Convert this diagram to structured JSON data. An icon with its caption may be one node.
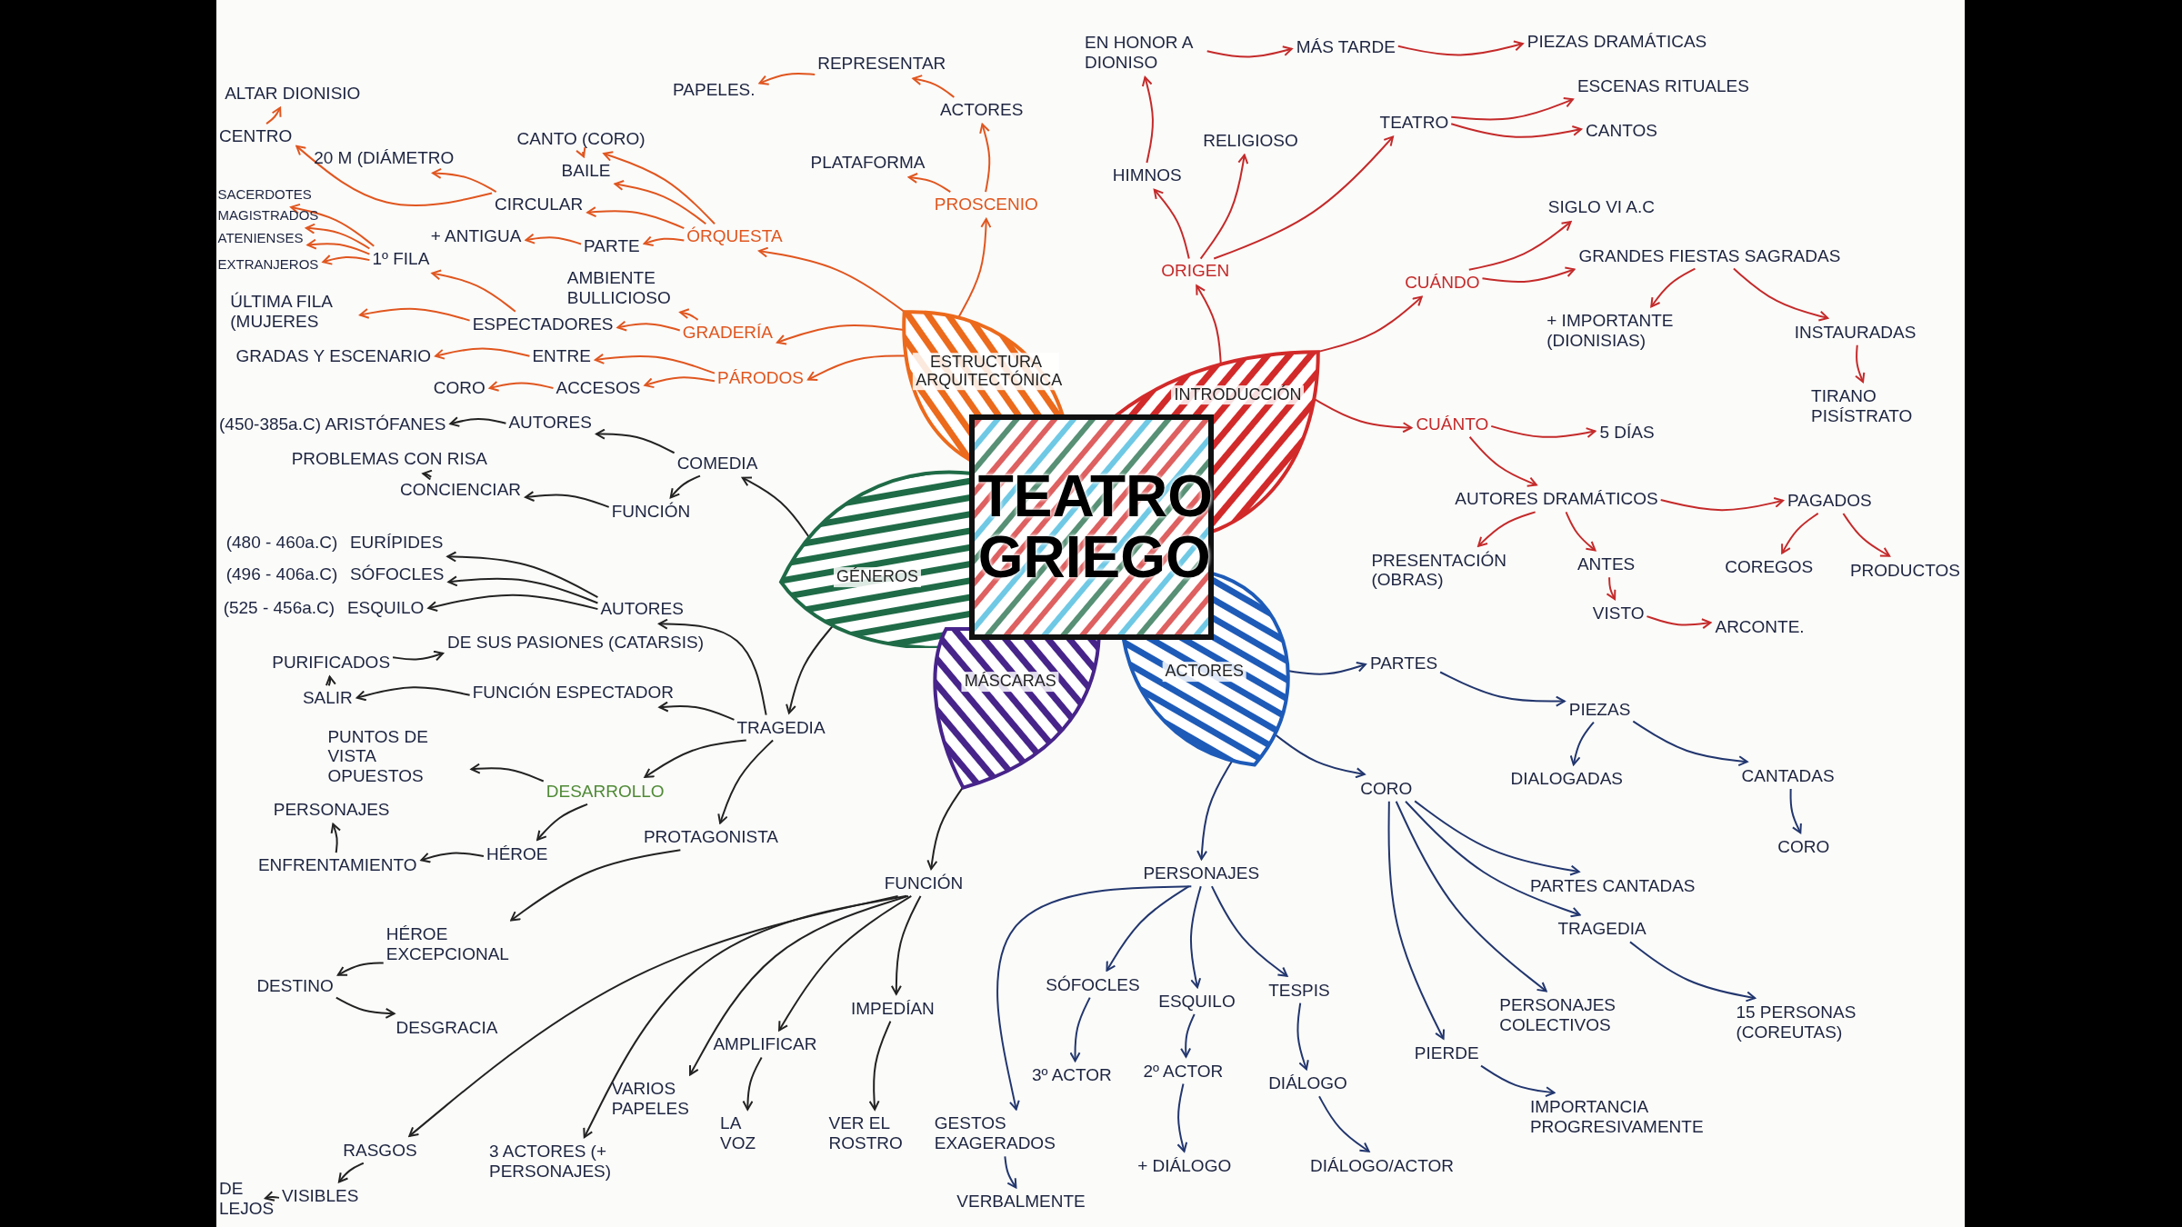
{
  "diagram": {
    "nodes": [
      {
        "text": [
          "TEATRO GRIEGO"
        ]
      },
      {
        "text": [
          "ESTRUCTURA ARQUITECTÓNICA"
        ]
      },
      {
        "text": [
          "INTRODUCCIÓN"
        ]
      },
      {
        "text": [
          "GÉNEROS"
        ]
      },
      {
        "text": [
          "MÁSCARAS"
        ]
      },
      {
        "text": [
          "ACTORES"
        ]
      },
      {
        "text": [
          "ÓRQUESTA"
        ]
      },
      {
        "text": [
          "GRADERÍA"
        ]
      },
      {
        "text": [
          "PÁRODOS"
        ]
      },
      {
        "text": [
          "PROSCENIO"
        ]
      },
      {
        "text": [
          "PLATAFORMA"
        ]
      },
      {
        "text": [
          "ACTORES"
        ]
      },
      {
        "text": [
          "REPRESENTAR"
        ]
      },
      {
        "text": [
          "PAPELES."
        ]
      },
      {
        "text": [
          "CANTO (CORO)"
        ]
      },
      {
        "text": [
          "BAILE"
        ]
      },
      {
        "text": [
          "CIRCULAR"
        ]
      },
      {
        "text": [
          "CENTRO"
        ]
      },
      {
        "text": [
          "ALTAR DIONISIO"
        ]
      },
      {
        "text": [
          "20 M (DIÁMETRO"
        ]
      },
      {
        "text": [
          "PARTE"
        ]
      },
      {
        "text": [
          "+ ANTIGUA"
        ]
      },
      {
        "text": [
          "AMBIENTE BULLICIOSO"
        ]
      },
      {
        "text": [
          "ESPECTADORES"
        ]
      },
      {
        "text": [
          "1º FILA"
        ]
      },
      {
        "text": [
          "SACERDOTES"
        ]
      },
      {
        "text": [
          "MAGISTRADOS"
        ]
      },
      {
        "text": [
          "ATENIENSES"
        ]
      },
      {
        "text": [
          "EXTRANJEROS"
        ]
      },
      {
        "text": [
          "ÚLTIMA FILA (MUJERES"
        ]
      },
      {
        "text": [
          "ENTRE"
        ]
      },
      {
        "text": [
          "GRADAS Y ESCENARIO"
        ]
      },
      {
        "text": [
          "ACCESOS"
        ]
      },
      {
        "text": [
          "CORO"
        ]
      },
      {
        "text": [
          "ORIGEN"
        ]
      },
      {
        "text": [
          "HIMNOS"
        ]
      },
      {
        "text": [
          "EN HONOR A DIONISO"
        ]
      },
      {
        "text": [
          "MÁS TARDE"
        ]
      },
      {
        "text": [
          "PIEZAS DRAMÁTICAS"
        ]
      },
      {
        "text": [
          "RELIGIOSO"
        ]
      },
      {
        "text": [
          "TEATRO"
        ]
      },
      {
        "text": [
          "ESCENAS RITUALES"
        ]
      },
      {
        "text": [
          "CANTOS"
        ]
      },
      {
        "text": [
          "CUÁNDO"
        ]
      },
      {
        "text": [
          "SIGLO VI A.C"
        ]
      },
      {
        "text": [
          "GRANDES FIESTAS SAGRADAS"
        ]
      },
      {
        "text": [
          "+ IMPORTANTE (DIONISIAS)"
        ]
      },
      {
        "text": [
          "INSTAURADAS"
        ]
      },
      {
        "text": [
          "TIRANO PISÍSTRATO"
        ]
      },
      {
        "text": [
          "CUÁNTO"
        ]
      },
      {
        "text": [
          "5 DÍAS"
        ]
      },
      {
        "text": [
          "AUTORES DRAMÁTICOS"
        ]
      },
      {
        "text": [
          "PAGADOS"
        ]
      },
      {
        "text": [
          "PRESENTACIÓN (OBRAS)"
        ]
      },
      {
        "text": [
          "ANTES"
        ]
      },
      {
        "text": [
          "VISTO"
        ]
      },
      {
        "text": [
          "ARCONTE."
        ]
      },
      {
        "text": [
          "COREGOS"
        ]
      },
      {
        "text": [
          "PRODUCTOS"
        ]
      },
      {
        "text": [
          "COMEDIA"
        ]
      },
      {
        "text": [
          "AUTORES"
        ]
      },
      {
        "text": [
          "ARISTÓFANES"
        ],
        "beside": [
          "(450-385a.C)"
        ]
      },
      {
        "text": [
          "FUNCIÓN"
        ]
      },
      {
        "text": [
          "CONCIENCIAR"
        ]
      },
      {
        "text": [
          "PROBLEMAS CON RISA"
        ]
      },
      {
        "text": [
          "TRAGEDIA"
        ]
      },
      {
        "text": [
          "AUTORES"
        ]
      },
      {
        "text": [
          "EURÍPIDES"
        ],
        "beside": [
          "(480 - 460a.C)"
        ]
      },
      {
        "text": [
          "SÓFOCLES"
        ],
        "beside": [
          "(496 - 406a.C)"
        ]
      },
      {
        "text": [
          "ESQUILO"
        ],
        "beside": [
          "(525 - 456a.C)"
        ]
      },
      {
        "text": [
          "FUNCIÓN ESPECTADOR"
        ]
      },
      {
        "text": [
          "SALIR"
        ]
      },
      {
        "text": [
          "PURIFICADOS"
        ]
      },
      {
        "text": [
          "DE SUS PASIONES (CATARSIS)"
        ]
      },
      {
        "text": [
          "DESARROLLO"
        ]
      },
      {
        "text": [
          "PUNTOS DE VISTA OPUESTOS"
        ]
      },
      {
        "text": [
          "PROTAGONISTA"
        ]
      },
      {
        "text": [
          "HÉROE"
        ]
      },
      {
        "text": [
          "ENFRENTAMIENTO"
        ]
      },
      {
        "text": [
          "PERSONAJES"
        ]
      },
      {
        "text": [
          "HÉROE EXCEPCIONAL"
        ]
      },
      {
        "text": [
          "DESTINO"
        ]
      },
      {
        "text": [
          "DESGRACIA"
        ]
      },
      {
        "text": [
          "FUNCIÓN"
        ]
      },
      {
        "text": [
          "RASGOS"
        ]
      },
      {
        "text": [
          "VISIBLES"
        ]
      },
      {
        "text": [
          "DE LEJOS"
        ]
      },
      {
        "text": [
          "3 ACTORES (+ PERSONAJES)"
        ]
      },
      {
        "text": [
          "VARIOS PAPELES"
        ]
      },
      {
        "text": [
          "AMPLIFICAR"
        ]
      },
      {
        "text": [
          "LA VOZ"
        ]
      },
      {
        "text": [
          "IMPEDÍAN"
        ]
      },
      {
        "text": [
          "VER EL ROSTRO"
        ]
      },
      {
        "text": [
          "GESTOS EXAGERADOS"
        ]
      },
      {
        "text": [
          "VERBALMENTE"
        ]
      },
      {
        "text": [
          "PARTES"
        ]
      },
      {
        "text": [
          "PIEZAS"
        ]
      },
      {
        "text": [
          "DIALOGADAS"
        ]
      },
      {
        "text": [
          "CANTADAS"
        ]
      },
      {
        "text": [
          "CORO"
        ]
      },
      {
        "text": [
          "CORO"
        ]
      },
      {
        "text": [
          "PARTES CANTADAS"
        ]
      },
      {
        "text": [
          "TRAGEDIA"
        ]
      },
      {
        "text": [
          "15 PERSONAS (COREUTAS)"
        ]
      },
      {
        "text": [
          "PERSONAJES COLECTIVOS"
        ]
      },
      {
        "text": [
          "PIERDE"
        ]
      },
      {
        "text": [
          "IMPORTANCIA PROGRESIVAMENTE"
        ]
      },
      {
        "text": [
          "PERSONAJES"
        ]
      },
      {
        "text": [
          "SÓFOCLES"
        ]
      },
      {
        "text": [
          "ESQUILO"
        ]
      },
      {
        "text": [
          "TESPIS"
        ]
      },
      {
        "text": [
          "3º ACTOR"
        ]
      },
      {
        "text": [
          "2º ACTOR"
        ]
      },
      {
        "text": [
          "DIÁLOGO"
        ]
      },
      {
        "text": [
          "+ DIÁLOGO"
        ]
      },
      {
        "text": [
          "DIÁLOGO/ACTOR"
        ]
      }
    ],
    "edges": [
      {
        "from": 1,
        "to": 6,
        "arrow": "to",
        "color": "#e0561f"
      },
      {
        "from": 1,
        "to": 7,
        "arrow": "to",
        "color": "#e0561f"
      },
      {
        "from": 1,
        "to": 8,
        "arrow": "to",
        "color": "#e0561f"
      },
      {
        "from": 1,
        "to": 9,
        "arrow": "to",
        "color": "#e0561f"
      },
      {
        "from": 9,
        "to": 10,
        "arrow": "to",
        "color": "#e0561f"
      },
      {
        "from": 9,
        "to": 11,
        "arrow": "to",
        "color": "#e0561f"
      },
      {
        "from": 11,
        "to": 12,
        "arrow": "to",
        "color": "#e0561f"
      },
      {
        "from": 12,
        "to": 13,
        "arrow": "to",
        "color": "#e0561f"
      },
      {
        "from": 6,
        "to": 14,
        "arrow": "to",
        "color": "#e0561f"
      },
      {
        "from": 6,
        "to": 15,
        "arrow": "to",
        "color": "#e0561f"
      },
      {
        "from": 14,
        "to": 15,
        "arrow": "to",
        "color": "#e0561f"
      },
      {
        "from": 6,
        "to": 16,
        "arrow": "to",
        "color": "#e0561f"
      },
      {
        "from": 16,
        "to": 17,
        "arrow": "to",
        "color": "#e0561f"
      },
      {
        "from": 17,
        "to": 18,
        "arrow": "to",
        "color": "#e0561f"
      },
      {
        "from": 16,
        "to": 19,
        "arrow": "to",
        "color": "#e0561f"
      },
      {
        "from": 6,
        "to": 20,
        "arrow": "to",
        "color": "#e0561f"
      },
      {
        "from": 20,
        "to": 21,
        "arrow": "to",
        "color": "#e0561f"
      },
      {
        "from": 7,
        "to": 22,
        "arrow": "to",
        "color": "#e0561f"
      },
      {
        "from": 7,
        "to": 23,
        "arrow": "to",
        "color": "#e0561f"
      },
      {
        "from": 23,
        "to": 24,
        "arrow": "to",
        "color": "#e0561f"
      },
      {
        "from": 24,
        "to": 25,
        "arrow": "to",
        "color": "#e0561f"
      },
      {
        "from": 24,
        "to": 26,
        "arrow": "to",
        "color": "#e0561f"
      },
      {
        "from": 24,
        "to": 27,
        "arrow": "to",
        "color": "#e0561f"
      },
      {
        "from": 24,
        "to": 28,
        "arrow": "to",
        "color": "#e0561f"
      },
      {
        "from": 23,
        "to": 29,
        "arrow": "to",
        "color": "#e0561f"
      },
      {
        "from": 8,
        "to": 30,
        "arrow": "to",
        "color": "#e0561f"
      },
      {
        "from": 30,
        "to": 31,
        "arrow": "to",
        "color": "#e0561f"
      },
      {
        "from": 8,
        "to": 32,
        "arrow": "to",
        "color": "#e0561f"
      },
      {
        "from": 32,
        "to": 33,
        "arrow": "to",
        "color": "#e0561f"
      },
      {
        "from": 2,
        "to": 34,
        "arrow": "to",
        "color": "#c42a2a"
      },
      {
        "from": 34,
        "to": 35,
        "arrow": "to",
        "color": "#c42a2a"
      },
      {
        "from": 35,
        "to": 36,
        "arrow": "to",
        "color": "#c42a2a"
      },
      {
        "from": 36,
        "to": 37,
        "arrow": "to",
        "color": "#c42a2a"
      },
      {
        "from": 37,
        "to": 38,
        "arrow": "to",
        "color": "#c42a2a"
      },
      {
        "from": 34,
        "to": 39,
        "arrow": "to",
        "color": "#c42a2a"
      },
      {
        "from": 34,
        "to": 40,
        "arrow": "to",
        "color": "#c42a2a"
      },
      {
        "from": 40,
        "to": 41,
        "arrow": "to",
        "color": "#c42a2a"
      },
      {
        "from": 40,
        "to": 42,
        "arrow": "to",
        "color": "#c42a2a"
      },
      {
        "from": 2,
        "to": 43,
        "arrow": "to",
        "color": "#c42a2a"
      },
      {
        "from": 43,
        "to": 44,
        "arrow": "to",
        "color": "#c42a2a"
      },
      {
        "from": 43,
        "to": 45,
        "arrow": "to",
        "color": "#c42a2a"
      },
      {
        "from": 45,
        "to": 46,
        "arrow": "to",
        "color": "#c42a2a"
      },
      {
        "from": 45,
        "to": 47,
        "arrow": "to",
        "color": "#c42a2a"
      },
      {
        "from": 47,
        "to": 48,
        "arrow": "to",
        "color": "#c42a2a"
      },
      {
        "from": 2,
        "to": 49,
        "arrow": "to",
        "color": "#c42a2a"
      },
      {
        "from": 49,
        "to": 50,
        "arrow": "to",
        "color": "#c42a2a"
      },
      {
        "from": 49,
        "to": 51,
        "arrow": "to",
        "color": "#c42a2a"
      },
      {
        "from": 51,
        "to": 52,
        "arrow": "to",
        "color": "#c42a2a"
      },
      {
        "from": 51,
        "to": 53,
        "arrow": "to",
        "color": "#c42a2a"
      },
      {
        "from": 51,
        "to": 54,
        "arrow": "to",
        "color": "#c42a2a"
      },
      {
        "from": 54,
        "to": 55,
        "arrow": "to",
        "color": "#c42a2a"
      },
      {
        "from": 55,
        "to": 56,
        "arrow": "to",
        "color": "#c42a2a"
      },
      {
        "from": 52,
        "to": 57,
        "arrow": "to",
        "color": "#c42a2a"
      },
      {
        "from": 52,
        "to": 58,
        "arrow": "to",
        "color": "#c42a2a"
      },
      {
        "from": 3,
        "to": 59,
        "arrow": "to"
      },
      {
        "from": 59,
        "to": 60,
        "arrow": "to"
      },
      {
        "from": 60,
        "to": 61,
        "arrow": "to"
      },
      {
        "from": 59,
        "to": 62,
        "arrow": "to"
      },
      {
        "from": 62,
        "to": 63,
        "arrow": "to"
      },
      {
        "from": 63,
        "to": 64,
        "arrow": "to"
      },
      {
        "from": 3,
        "to": 65,
        "arrow": "to"
      },
      {
        "from": 65,
        "to": 66,
        "arrow": "to"
      },
      {
        "from": 66,
        "to": 67,
        "arrow": "to"
      },
      {
        "from": 66,
        "to": 68,
        "arrow": "to"
      },
      {
        "from": 66,
        "to": 69,
        "arrow": "to"
      },
      {
        "from": 65,
        "to": 70,
        "arrow": "to"
      },
      {
        "from": 70,
        "to": 71,
        "arrow": "to"
      },
      {
        "from": 71,
        "to": 72,
        "arrow": "to"
      },
      {
        "from": 72,
        "to": 73,
        "arrow": "to"
      },
      {
        "from": 65,
        "to": 74,
        "arrow": "to"
      },
      {
        "from": 74,
        "to": 75,
        "arrow": "to"
      },
      {
        "from": 74,
        "to": 77,
        "arrow": "to"
      },
      {
        "from": 65,
        "to": 76,
        "arrow": "to"
      },
      {
        "from": 77,
        "to": 78,
        "arrow": "to"
      },
      {
        "from": 78,
        "to": 79,
        "arrow": "to"
      },
      {
        "from": 76,
        "to": 80,
        "arrow": "to"
      },
      {
        "from": 80,
        "to": 81,
        "arrow": "to"
      },
      {
        "from": 81,
        "to": 82,
        "arrow": "to"
      },
      {
        "from": 4,
        "to": 83,
        "arrow": "to"
      },
      {
        "from": 83,
        "to": 84,
        "arrow": "to"
      },
      {
        "from": 84,
        "to": 85,
        "arrow": "to"
      },
      {
        "from": 85,
        "to": 86,
        "arrow": "to"
      },
      {
        "from": 83,
        "to": 87,
        "arrow": "to"
      },
      {
        "from": 83,
        "to": 88,
        "arrow": "to"
      },
      {
        "from": 83,
        "to": 89,
        "arrow": "to"
      },
      {
        "from": 89,
        "to": 90,
        "arrow": "to"
      },
      {
        "from": 83,
        "to": 91,
        "arrow": "to"
      },
      {
        "from": 91,
        "to": 92,
        "arrow": "to"
      },
      {
        "from": 5,
        "to": 95,
        "arrow": "to",
        "color": "#22366e"
      },
      {
        "from": 95,
        "to": 96,
        "arrow": "to",
        "color": "#22366e"
      },
      {
        "from": 96,
        "to": 97,
        "arrow": "to",
        "color": "#22366e"
      },
      {
        "from": 96,
        "to": 98,
        "arrow": "to",
        "color": "#22366e"
      },
      {
        "from": 98,
        "to": 99,
        "arrow": "to",
        "color": "#22366e"
      },
      {
        "from": 5,
        "to": 100,
        "arrow": "to",
        "color": "#22366e"
      },
      {
        "from": 100,
        "to": 101,
        "arrow": "to",
        "color": "#22366e"
      },
      {
        "from": 100,
        "to": 102,
        "arrow": "to",
        "color": "#22366e"
      },
      {
        "from": 102,
        "to": 103,
        "arrow": "to",
        "color": "#22366e"
      },
      {
        "from": 100,
        "to": 104,
        "arrow": "to",
        "color": "#22366e"
      },
      {
        "from": 100,
        "to": 105,
        "arrow": "to",
        "color": "#22366e"
      },
      {
        "from": 105,
        "to": 106,
        "arrow": "to",
        "color": "#22366e"
      },
      {
        "from": 5,
        "to": 107,
        "arrow": "to",
        "color": "#22366e"
      },
      {
        "from": 107,
        "to": 93,
        "arrow": "to",
        "color": "#22366e"
      },
      {
        "from": 93,
        "to": 94,
        "arrow": "to",
        "color": "#22366e"
      },
      {
        "from": 107,
        "to": 108,
        "arrow": "to",
        "color": "#22366e"
      },
      {
        "from": 107,
        "to": 109,
        "arrow": "to",
        "color": "#22366e"
      },
      {
        "from": 107,
        "to": 110,
        "arrow": "to",
        "color": "#22366e"
      },
      {
        "from": 108,
        "to": 111,
        "arrow": "to",
        "color": "#22366e"
      },
      {
        "from": 109,
        "to": 112,
        "arrow": "to",
        "color": "#22366e"
      },
      {
        "from": 110,
        "to": 113,
        "arrow": "to",
        "color": "#22366e"
      },
      {
        "from": 112,
        "to": 114,
        "arrow": "to",
        "color": "#22366e"
      },
      {
        "from": 113,
        "to": 115,
        "arrow": "to",
        "color": "#22366e"
      }
    ]
  }
}
